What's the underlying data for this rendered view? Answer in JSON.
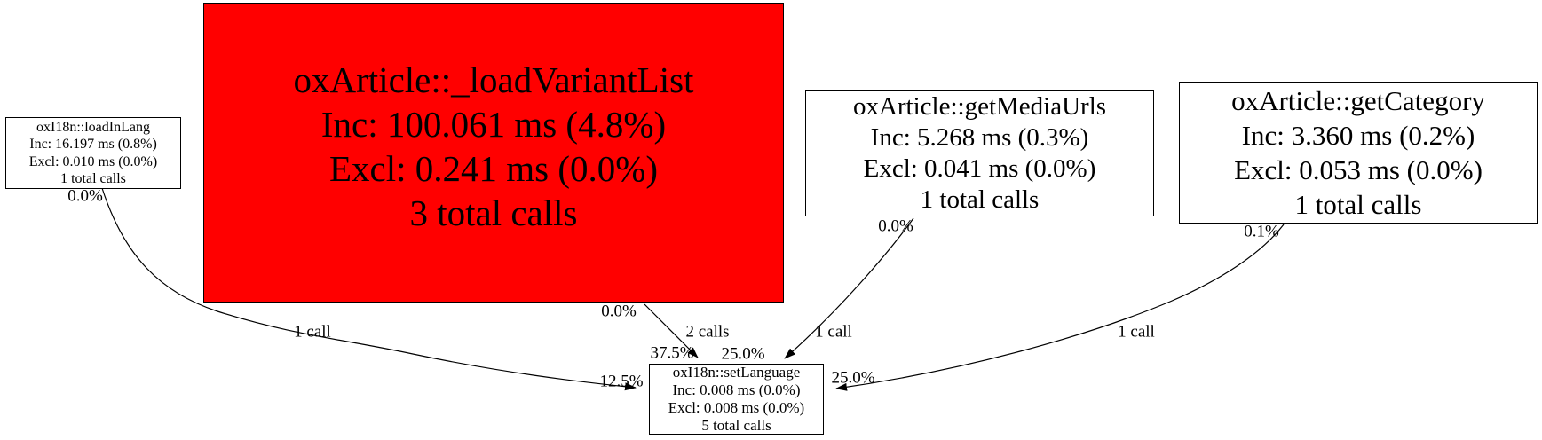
{
  "diagram": {
    "type": "profiler-call-graph"
  },
  "colors": {
    "hot_node_fill": "#ff0000",
    "node_fill": "#ffffff",
    "node_border": "#000000",
    "edge": "#000000",
    "text": "#000000",
    "background": "#ffffff"
  },
  "nodes": {
    "load_in_lang": {
      "title": "oxI18n::loadInLang",
      "inclusive": "Inc: 16.197 ms (0.8%)",
      "exclusive": "Excl: 0.010 ms (0.0%)",
      "calls": "1 total calls"
    },
    "load_variant_list": {
      "title": "oxArticle::_loadVariantList",
      "inclusive": "Inc: 100.061 ms (4.8%)",
      "exclusive": "Excl: 0.241 ms (0.0%)",
      "calls": "3 total calls"
    },
    "get_media_urls": {
      "title": "oxArticle::getMediaUrls",
      "inclusive": "Inc: 5.268 ms (0.3%)",
      "exclusive": "Excl: 0.041 ms (0.0%)",
      "calls": "1 total calls"
    },
    "get_category": {
      "title": "oxArticle::getCategory",
      "inclusive": "Inc: 3.360 ms (0.2%)",
      "exclusive": "Excl: 0.053 ms (0.0%)",
      "calls": "1 total calls"
    },
    "set_language": {
      "title": "oxI18n::setLanguage",
      "inclusive": "Inc: 0.008 ms (0.0%)",
      "exclusive": "Excl: 0.008 ms (0.0%)",
      "calls": "5 total calls"
    }
  },
  "edges": {
    "load_in_lang_to_set_language": {
      "source_pct": "0.0%",
      "calls": "1 call",
      "target_pct": "12.5%"
    },
    "load_variant_list_to_set_language": {
      "source_pct": "0.0%",
      "calls": "2 calls",
      "target_pct": "37.5%"
    },
    "get_media_urls_to_set_language": {
      "source_pct": "0.0%",
      "calls": "1 call",
      "target_pct": "25.0%"
    },
    "get_category_to_set_language": {
      "source_pct": "0.1%",
      "calls": "1 call",
      "target_pct": "25.0%"
    }
  }
}
